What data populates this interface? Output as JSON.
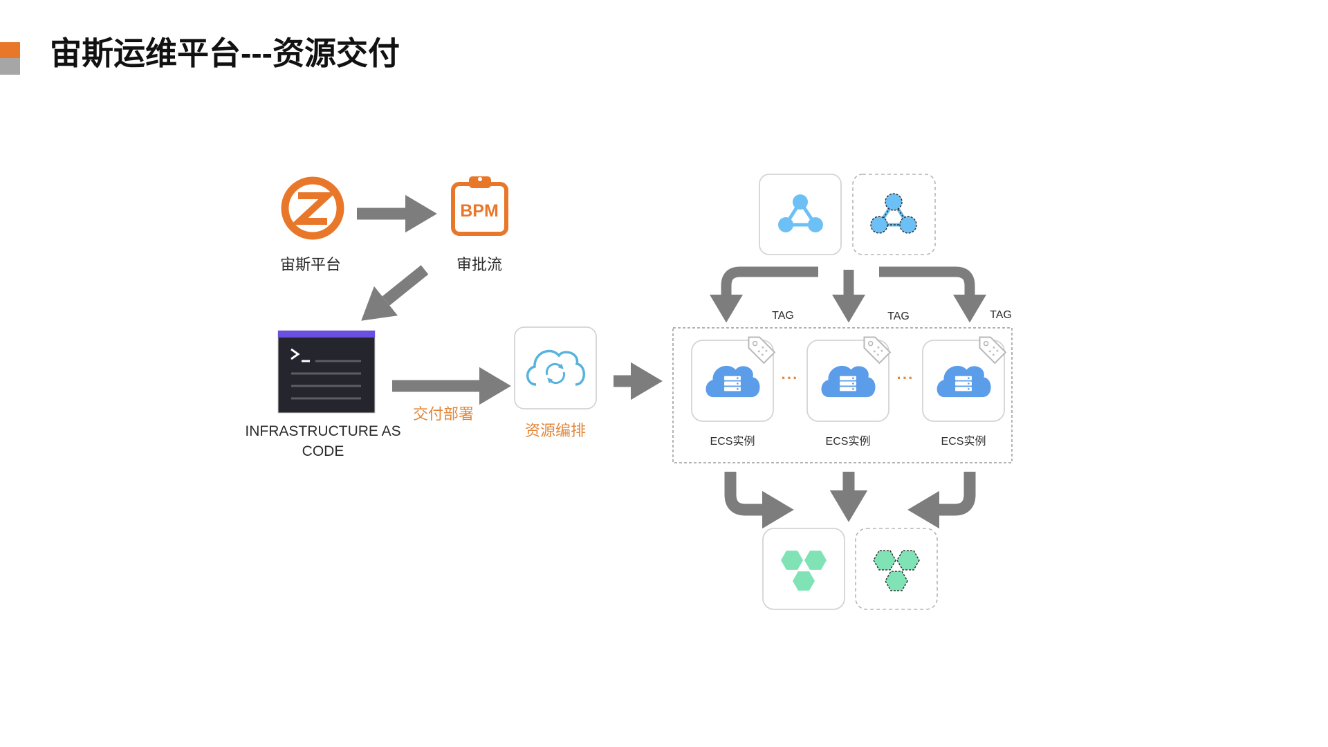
{
  "slide": {
    "title": "宙斯运维平台---资源交付"
  },
  "colors": {
    "accent_orange": "#e8772a",
    "accent_gray": "#a6a6a6",
    "arrow_gray": "#7d7d7d",
    "label_orange": "#e3873a",
    "terminal_purple": "#6b4fe3",
    "icon_blue": "#6cc0f5",
    "ecs_blue": "#5b9de8",
    "hex_green": "#7fe3b6"
  },
  "approval_flow": {
    "platform": {
      "label": "宙斯平台",
      "icon": "zeus-logo-icon"
    },
    "approval": {
      "label": "审批流",
      "icon": "bpm-clipboard-icon",
      "icon_text": "BPM"
    }
  },
  "delivery_flow": {
    "iac": {
      "label": "INFRASTRUCTURE AS CODE",
      "icon": "terminal-icon"
    },
    "deploy": {
      "label": "交付部署"
    },
    "orchestration": {
      "label": "资源编排",
      "icon": "cloud-sync-icon"
    }
  },
  "top_resources": {
    "icons": [
      "network-icon",
      "network-dashed-icon"
    ]
  },
  "ecs_group": {
    "instances": [
      {
        "label": "ECS实例",
        "tag": "TAG",
        "icon": "cloud-server-icon"
      },
      {
        "label": "ECS实例",
        "tag": "TAG",
        "icon": "cloud-server-icon"
      },
      {
        "label": "ECS实例",
        "tag": "TAG",
        "icon": "cloud-server-icon"
      }
    ],
    "separator": "···"
  },
  "bottom_resources": {
    "icons": [
      "hexagon-cluster-icon",
      "hexagon-cluster-dashed-icon"
    ]
  }
}
